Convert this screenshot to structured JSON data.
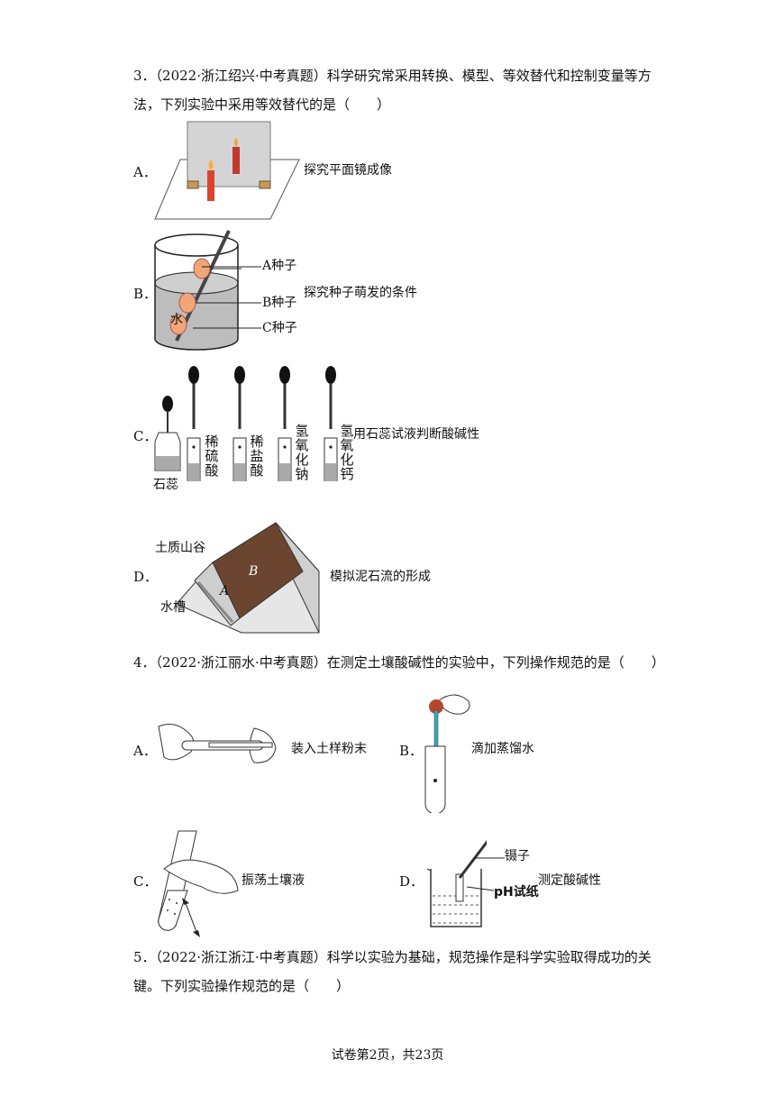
{
  "q3": {
    "line1": "3．（2022·浙江绍兴·中考真题）科学研究常采用转换、模型、等效替代和控制变量等方",
    "line2": "法，下列实验中采用等效替代的是（　　）",
    "options": [
      {
        "letter": "A．",
        "caption": "探究平面镜成像"
      },
      {
        "letter": "B．",
        "caption": "探究种子萌发的条件",
        "labels": {
          "seed_a": "A种子",
          "seed_b": "B种子",
          "seed_c": "C种子",
          "water": "水"
        }
      },
      {
        "letter": "C．",
        "caption": "用石蕊试液判断酸碱性",
        "labels": {
          "litmus": "石蕊",
          "tube1": "稀硫酸",
          "tube2": "稀盐酸",
          "tube3": "氢氧化钠",
          "tube4": "氢氧化钙"
        }
      },
      {
        "letter": "D．",
        "caption": "模拟泥石流的形成",
        "labels": {
          "valley": "土质山谷",
          "trough": "水槽",
          "a": "A",
          "b": "B"
        }
      }
    ]
  },
  "q4": {
    "line1": "4．（2022·浙江丽水·中考真题）在测定土壤酸碱性的实验中，下列操作规范的是（　　）",
    "options": [
      {
        "letter": "A．",
        "caption": "装入土样粉末"
      },
      {
        "letter": "B．",
        "caption": "滴加蒸馏水"
      },
      {
        "letter": "C．",
        "caption": "振荡土壤液"
      },
      {
        "letter": "D．",
        "caption": "测定酸碱性",
        "labels": {
          "tweezers": "镊子",
          "paper": "pH试纸"
        }
      }
    ]
  },
  "q5": {
    "line1": "5．（2022·浙江浙江·中考真题）科学以实验为基础，规范操作是科学实验取得成功的关",
    "line2": "键。下列实验操作规范的是（　　）"
  },
  "footer": "试卷第2页，共23页"
}
